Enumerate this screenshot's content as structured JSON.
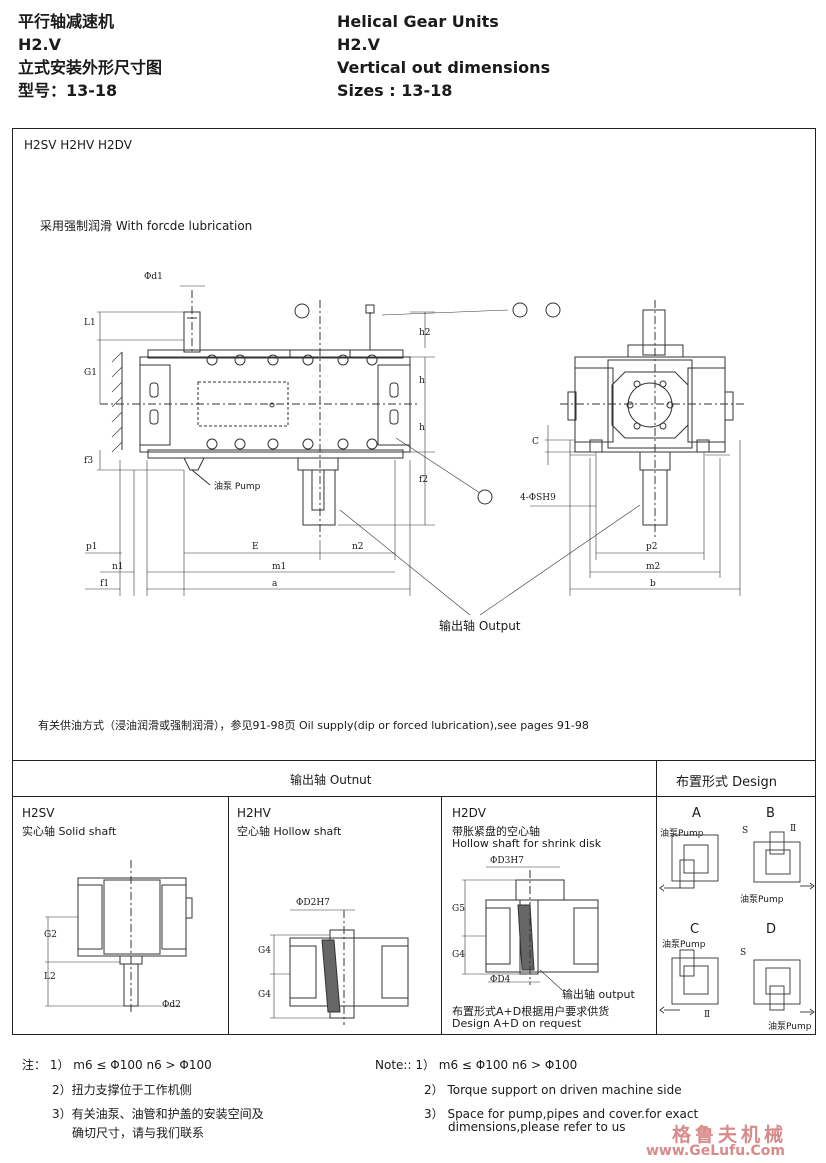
{
  "header": {
    "cn_title": "平行轴减速机",
    "cn_model": "H2.V",
    "cn_subtitle": "立式安装外形尺寸图",
    "cn_sizes": "型号：13-18",
    "en_title": "Helical Gear Units",
    "en_model": "H2.V",
    "en_subtitle": "Vertical out dimensions",
    "en_sizes": "Sizes : 13-18"
  },
  "drawing": {
    "models": "H2SV  H2HV  H2DV",
    "lubrication": "采用强制润滑  With forcde lubrication",
    "pump_label": "油泵 Pump",
    "output_label": "输出轴  Output",
    "oil_note": "有关供油方式（浸油润滑或强制润滑），参见91-98页   Oil supply(dip or forced lubrication),see pages 91-98",
    "dims": {
      "d1": "Φd1",
      "L1": "L1",
      "G1": "G1",
      "f3": "f3",
      "h2": "h2",
      "h": "h",
      "f2": "f2",
      "C": "C",
      "holes": "4-ΦSH9",
      "p1": "p1",
      "E": "E",
      "n2": "n2",
      "n1": "n1",
      "m1": "m1",
      "f1": "f1",
      "a": "a",
      "p2": "p2",
      "m2": "m2",
      "b": "b"
    }
  },
  "output_table": {
    "title": "输出轴  Outnut",
    "design_title": "布置形式  Design",
    "solid": {
      "code": "H2SV",
      "name": "实心轴  Solid shaft",
      "G2": "G2",
      "L2": "L2",
      "d2": "Φd2"
    },
    "hollow": {
      "code": "H2HV",
      "name": "空心轴  Hollow shaft",
      "D2H7": "ΦD2H7",
      "G4": "G4"
    },
    "shrink": {
      "code": "H2DV",
      "name_cn": "带胀紧盘的空心轴",
      "name_en": "Hollow shaft for shrink disk",
      "D3H7": "ΦD3H7",
      "G5": "G5",
      "G4": "G4",
      "D4": "ΦD4",
      "output": "输出轴  output",
      "note_cn": "布置形式A+D根据用户要求供货",
      "note_en": "Design A+D on request"
    },
    "designs": [
      {
        "letter": "A",
        "pump": "油泵Pump"
      },
      {
        "letter": "B",
        "pump": "油泵Pump"
      },
      {
        "letter": "C",
        "pump": "油泵Pump"
      },
      {
        "letter": "D",
        "pump": "油泵Pump"
      }
    ],
    "marks": {
      "s": "S",
      "ii": "Ⅱ"
    }
  },
  "notes": {
    "cn_label": "注：",
    "cn": [
      "1） m6 ≤ Φ100  n6 > Φ100",
      "2）扭力支撑位于工作机侧",
      "3）有关油泵、油管和护盖的安装空间及",
      "确切尺寸，请与我们联系"
    ],
    "en_label": "Note::",
    "en": [
      "1） m6 ≤ Φ100  n6 > Φ100",
      "2）  Torque support on driven machine side",
      "3）  Space for pump,pipes and cover.for exact",
      "dimensions,please refer to us"
    ]
  },
  "watermark": {
    "cn": "格鲁夫机械",
    "url": "www.GeLufu.Com"
  }
}
